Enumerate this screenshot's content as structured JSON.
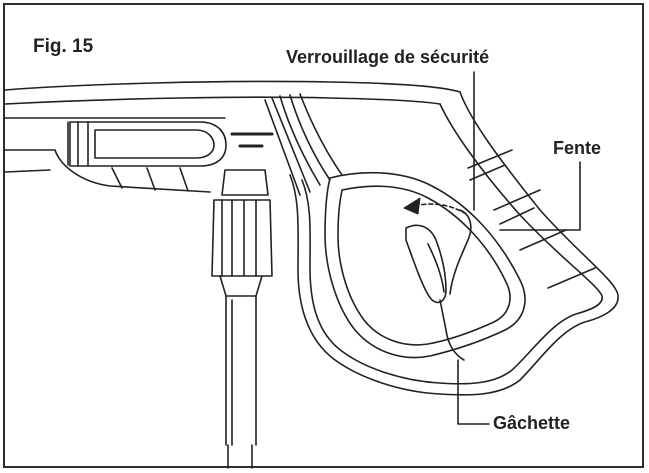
{
  "figure": {
    "title": "Fig. 15",
    "labels": {
      "safety_lock": "Verrouillage de sécurité",
      "slot": "Fente",
      "trigger": "Gâchette"
    },
    "line_color": "#222222",
    "frame_color": "#2e2e2e"
  }
}
